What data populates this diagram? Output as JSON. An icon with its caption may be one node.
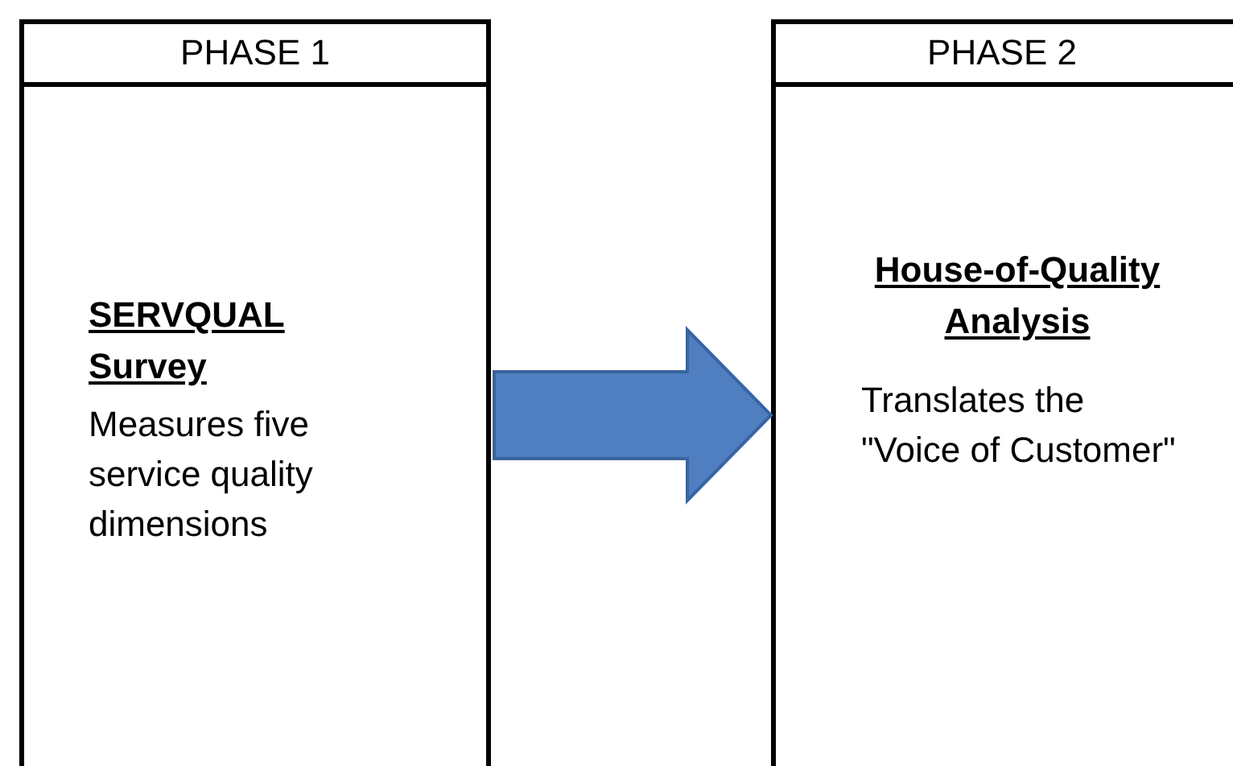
{
  "diagram": {
    "nodes": [
      {
        "text": [
          "PHASE 1",
          "SERVQUAL Survey",
          "Measures five service quality dimensions"
        ]
      },
      {
        "text": [
          "PHASE 2",
          "House-of-Quality Analysis",
          "Translates the \"Voice of Customer\""
        ]
      }
    ],
    "edges": [
      {
        "from": 0,
        "to": 1,
        "arrow": "to",
        "style": "thick"
      }
    ]
  }
}
